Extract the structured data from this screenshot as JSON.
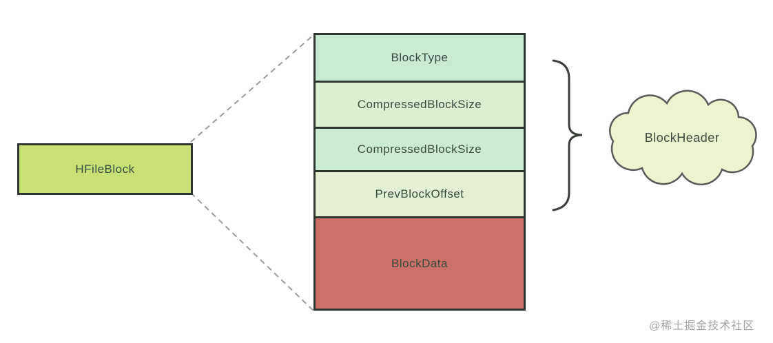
{
  "diagram": {
    "source_node": {
      "label": "HFileBlock",
      "color": "#c6e277"
    },
    "stack": {
      "rows": [
        {
          "label": "BlockType",
          "color": "#c9e9d3"
        },
        {
          "label": "CompressedBlockSize",
          "color": "#ddefd1"
        },
        {
          "label": "CompressedBlockSize",
          "color": "#cdebd2"
        },
        {
          "label": "PrevBlockOffset",
          "color": "#e2f1d4"
        },
        {
          "label": "BlockData",
          "color": "#cb7168"
        }
      ]
    },
    "cloud": {
      "label": "BlockHeader",
      "fill": "#ecf3cf",
      "border": "#5a5a5a"
    },
    "colors": {
      "box_border": "#2f352f",
      "dash_line": "#9b9b9b",
      "brace": "#3a3f3a",
      "text": "#3c4b40"
    },
    "watermark": "@稀土掘金技术社区"
  }
}
